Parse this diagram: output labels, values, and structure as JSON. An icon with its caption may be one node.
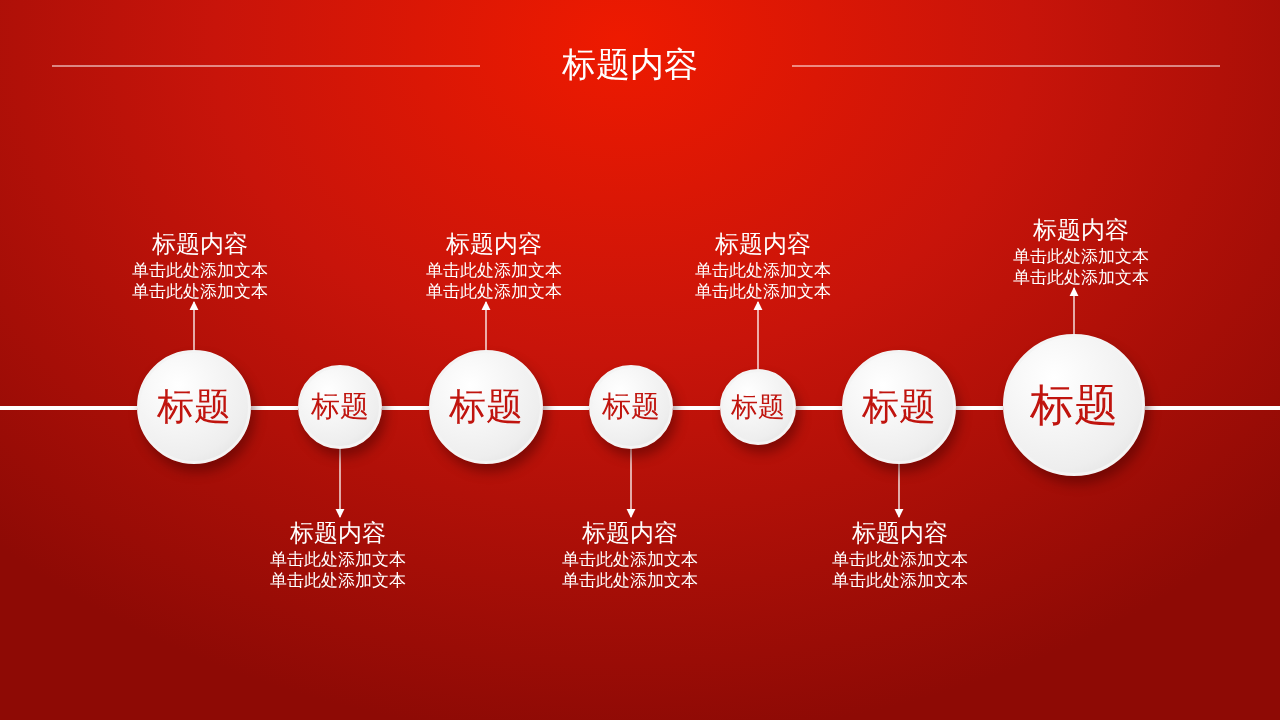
{
  "diagram": {
    "title": "标题内容",
    "nodes": [
      {
        "text": [
          "标题"
        ]
      },
      {
        "text": [
          "标题"
        ]
      },
      {
        "text": [
          "标题"
        ]
      },
      {
        "text": [
          "标题"
        ]
      },
      {
        "text": [
          "标题"
        ]
      },
      {
        "text": [
          "标题"
        ]
      },
      {
        "text": [
          "标题"
        ]
      },
      {
        "text": [
          "标题内容",
          "单击此处添加文本",
          "单击此处添加文本"
        ]
      },
      {
        "text": [
          "标题内容",
          "单击此处添加文本",
          "单击此处添加文本"
        ]
      },
      {
        "text": [
          "标题内容",
          "单击此处添加文本",
          "单击此处添加文本"
        ]
      },
      {
        "text": [
          "标题内容",
          "单击此处添加文本",
          "单击此处添加文本"
        ]
      },
      {
        "text": [
          "标题内容",
          "单击此处添加文本",
          "单击此处添加文本"
        ]
      },
      {
        "text": [
          "标题内容",
          "单击此处添加文本",
          "单击此处添加文本"
        ]
      },
      {
        "text": [
          "标题内容",
          "单击此处添加文本",
          "单击此处添加文本"
        ]
      }
    ],
    "edges": [
      {
        "from": 0,
        "to": 1,
        "arrow": "none",
        "style": "thick"
      },
      {
        "from": 1,
        "to": 2,
        "arrow": "none",
        "style": "thick"
      },
      {
        "from": 2,
        "to": 3,
        "arrow": "none",
        "style": "thick"
      },
      {
        "from": 3,
        "to": 4,
        "arrow": "none",
        "style": "thick"
      },
      {
        "from": 4,
        "to": 5,
        "arrow": "none",
        "style": "thick"
      },
      {
        "from": 5,
        "to": 6,
        "arrow": "none",
        "style": "thick"
      },
      {
        "from": 0,
        "to": 7,
        "arrow": "to"
      },
      {
        "from": 1,
        "to": 8,
        "arrow": "to"
      },
      {
        "from": 2,
        "to": 9,
        "arrow": "to"
      },
      {
        "from": 3,
        "to": 10,
        "arrow": "to"
      },
      {
        "from": 4,
        "to": 11,
        "arrow": "to"
      },
      {
        "from": 5,
        "to": 12,
        "arrow": "to"
      },
      {
        "from": 6,
        "to": 13,
        "arrow": "to"
      }
    ]
  }
}
